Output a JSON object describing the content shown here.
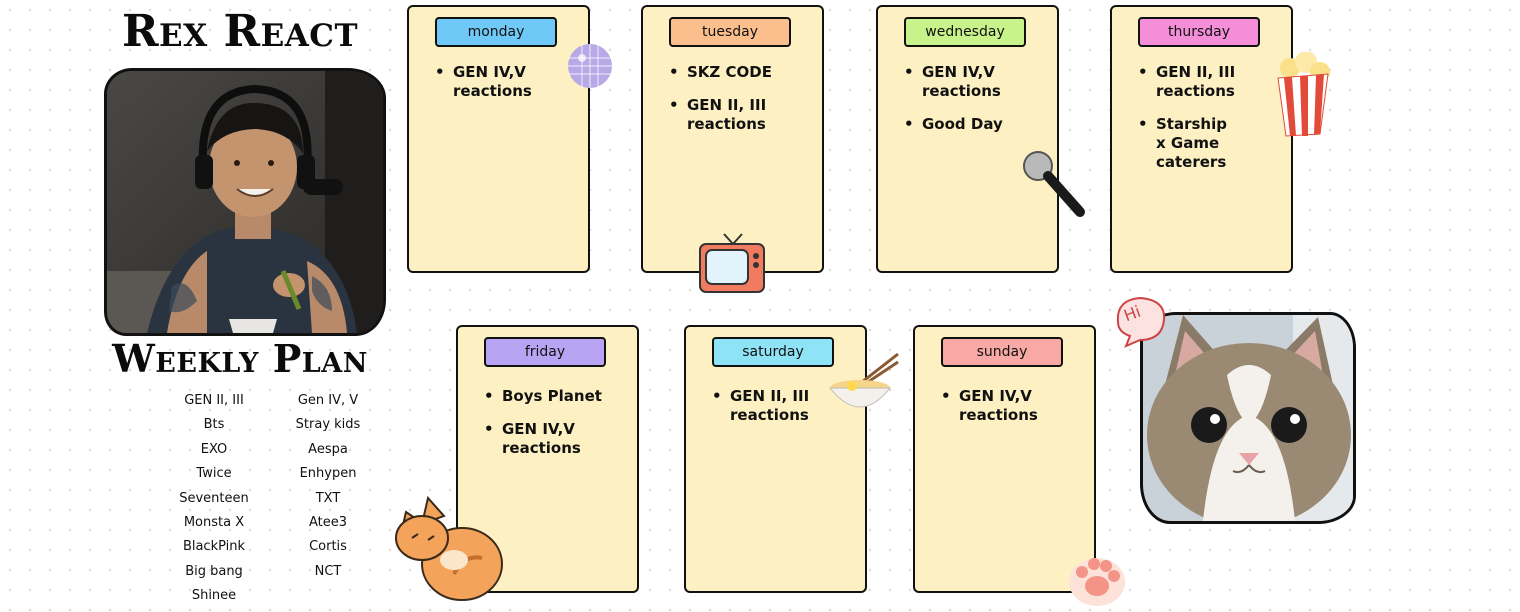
{
  "header": {
    "brand_title": "Rex React"
  },
  "plan": {
    "title": "Weekly Plan",
    "left_column": [
      "GEN II, III",
      "Bts",
      "EXO",
      "Twice",
      "Seventeen",
      "Monsta X",
      "BlackPink",
      "Big bang",
      "Shinee"
    ],
    "right_column": [
      "Gen IV, V",
      "Stray kids",
      "Aespa",
      "Enhypen",
      "TXT",
      "Atee3",
      "Cortis",
      "NCT"
    ]
  },
  "days": [
    {
      "label": "monday",
      "color": "#6fc8f6",
      "items": [
        "GEN IV,V\nreactions"
      ]
    },
    {
      "label": "tuesday",
      "color": "#fbbf8e",
      "items": [
        "SKZ CODE",
        "GEN II, III\nreactions"
      ]
    },
    {
      "label": "wednesday",
      "color": "#c8f28a",
      "items": [
        "GEN IV,V\nreactions",
        "Good Day"
      ]
    },
    {
      "label": "thursday",
      "color": "#f48ed8",
      "items": [
        "GEN II, III\nreactions",
        "Starship\nx Game caterers"
      ]
    },
    {
      "label": "friday",
      "color": "#b8a4f3",
      "items": [
        "Boys Planet",
        "GEN IV,V\nreactions"
      ]
    },
    {
      "label": "saturday",
      "color": "#8fe3f7",
      "items": [
        "GEN II, III\nreactions"
      ]
    },
    {
      "label": "sunday",
      "color": "#f8a9a6",
      "items": [
        "GEN IV,V\nreactions"
      ]
    }
  ],
  "stickers": {
    "disco": "disco-ball-icon",
    "tv": "tv-icon",
    "mic": "microphone-icon",
    "popcorn": "popcorn-icon",
    "noodles": "noodle-bowl-icon",
    "cat": "cat-icon",
    "paw": "paw-icon",
    "speech": "speech-bubble-icon",
    "speech_text": "Hi"
  },
  "colors": {
    "card_bg": "#fdf1c3",
    "border": "#111111"
  }
}
